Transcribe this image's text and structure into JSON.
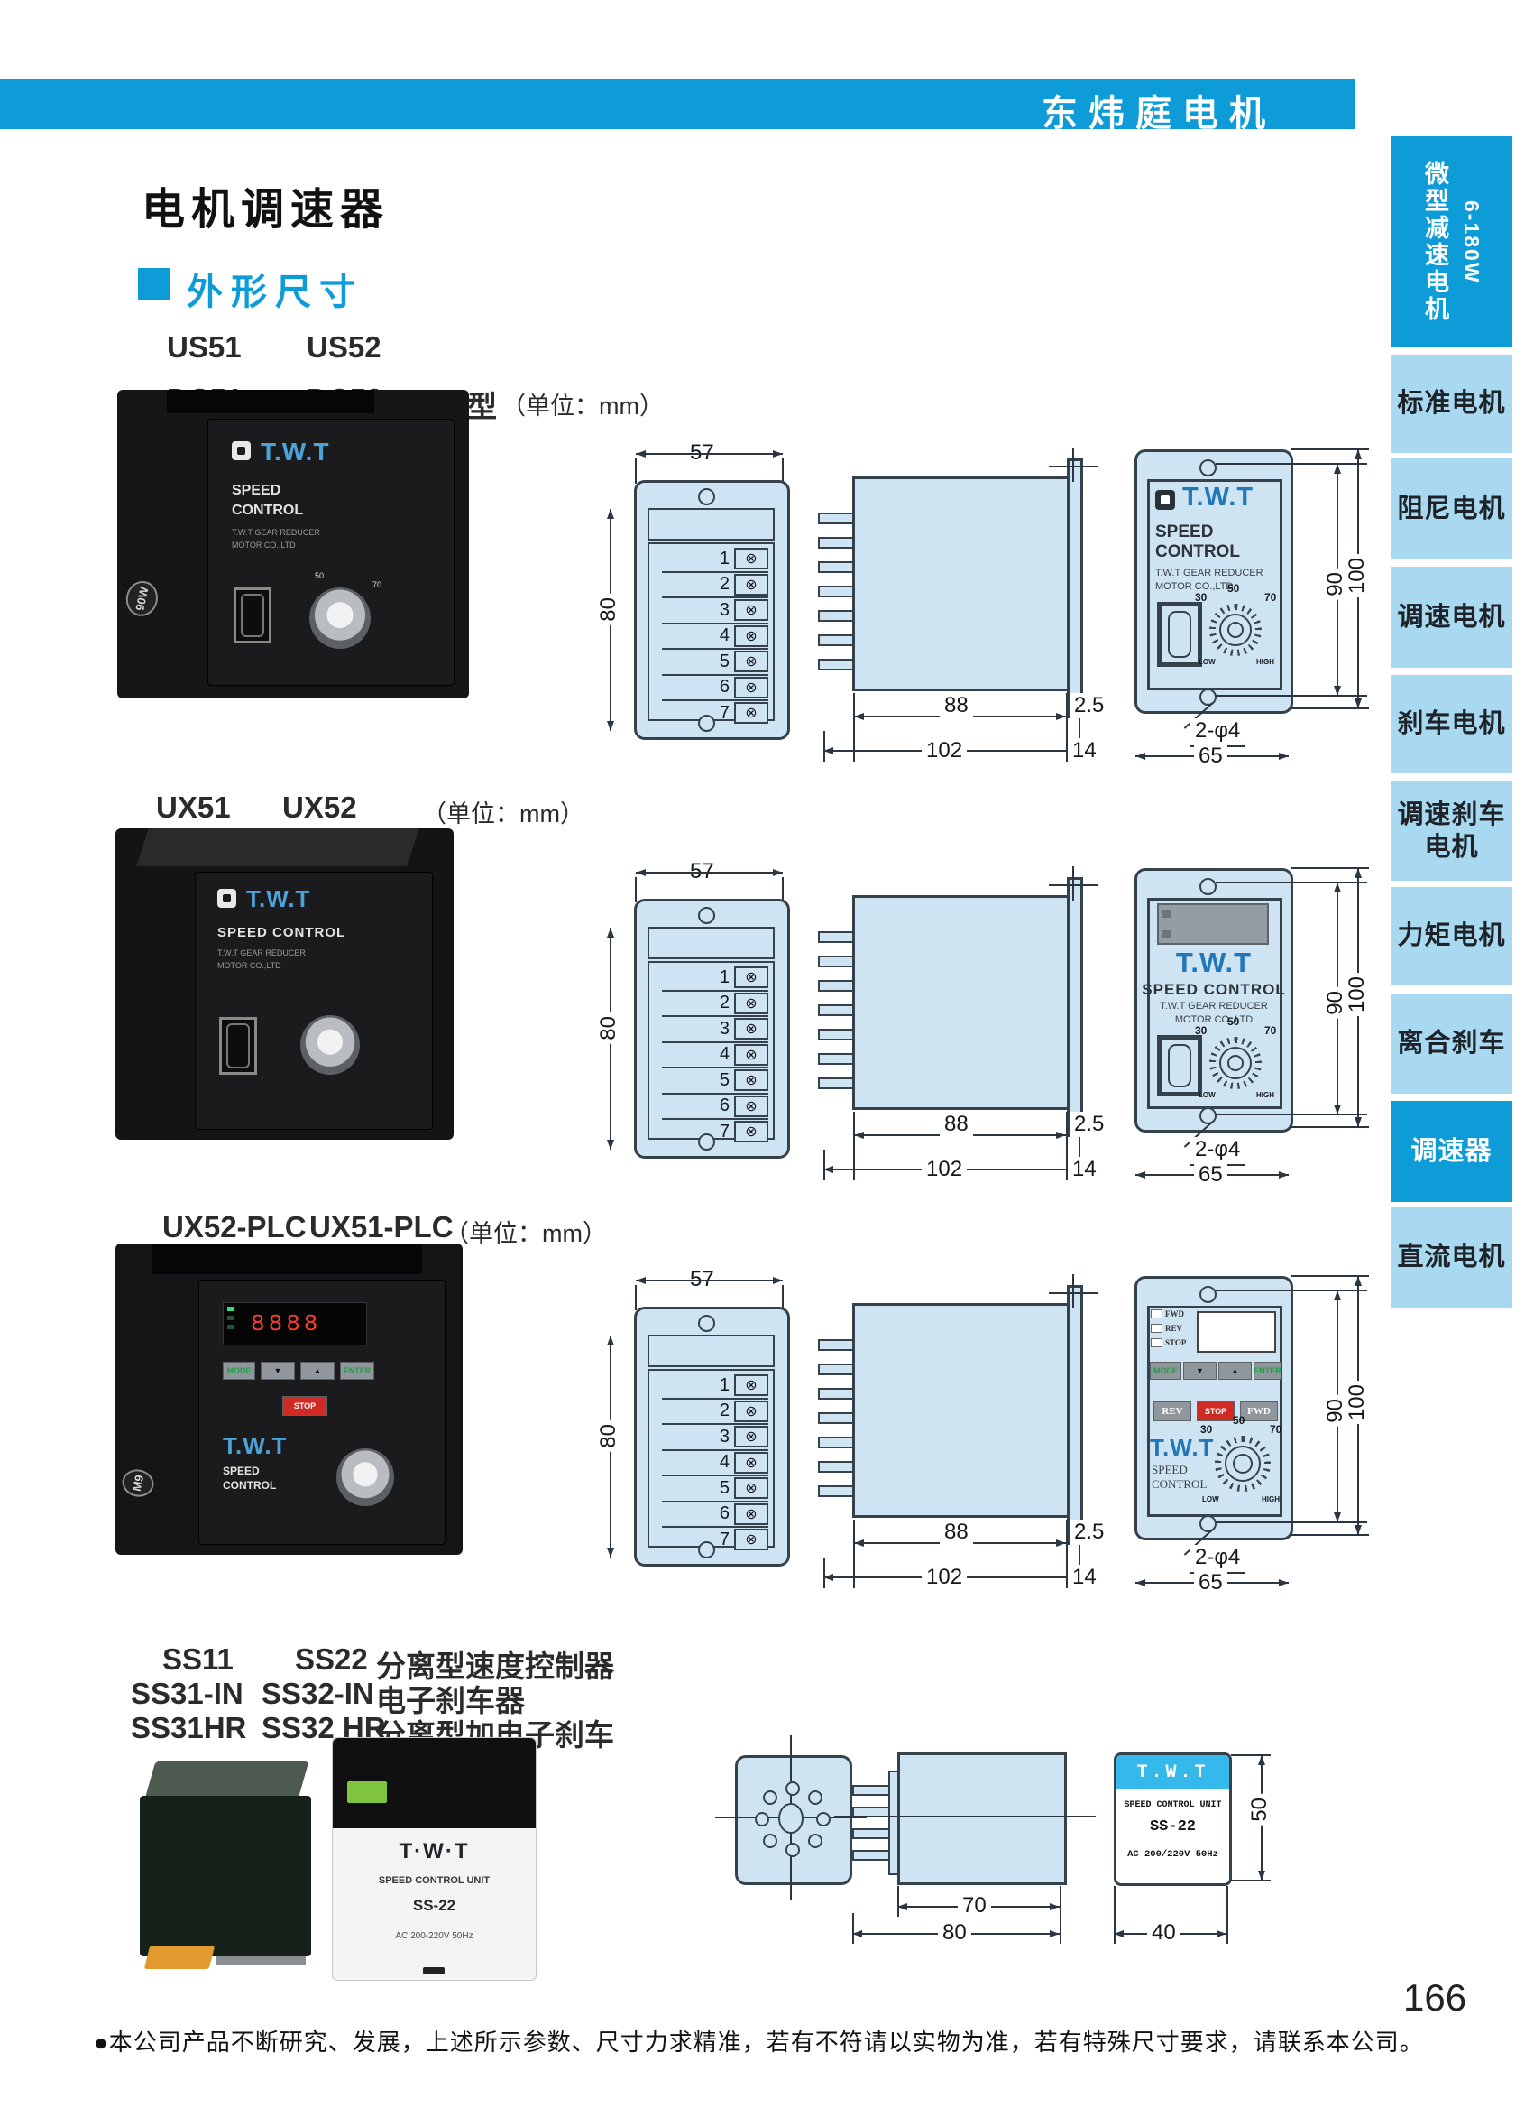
{
  "header": {
    "brand": "东炜庭电机"
  },
  "sidebar": {
    "tabs": [
      {
        "label": "微型减速电机",
        "sub": "6-180W",
        "active": true
      },
      {
        "label": "标准电机"
      },
      {
        "label": "阻尼电机"
      },
      {
        "label": "调速电机"
      },
      {
        "label": "刹车电机"
      },
      {
        "label": "调速刹车",
        "label2": "电机"
      },
      {
        "label": "力矩电机"
      },
      {
        "label": "离合刹车"
      },
      {
        "label": "调速器",
        "active": true
      },
      {
        "label": "直流电机"
      }
    ]
  },
  "page": {
    "title": "电机调速器",
    "section_heading": "外形尺寸",
    "footer_note": "●本公司产品不断研究、发展，上述所示参数、尺寸力求精准，若有不符请以实物为准，若有特殊尺寸要求，请联系本公司。",
    "page_number": "166"
  },
  "groups": {
    "g1": {
      "m1": "US51",
      "m2": "US52",
      "m3": "DC51",
      "m4": "DC52",
      "type_label": "组合型",
      "unit": "（单位：mm）"
    },
    "g2": {
      "m1": "UX51",
      "m2": "UX52",
      "unit": "（单位：mm）"
    },
    "g3": {
      "m1": "UX52-PLC",
      "m2": "UX51-PLC",
      "unit": "（单位：mm）"
    },
    "g4": {
      "rows": [
        [
          "SS11",
          "SS22",
          "分离型速度控制器"
        ],
        [
          "SS31-IN",
          "SS32-IN",
          "电子刹车器"
        ],
        [
          "SS31HR",
          "SS32 HR",
          "分离型加电子刹车"
        ]
      ]
    }
  },
  "dims": {
    "w57": "57",
    "h80": "80",
    "d88": "88",
    "t25": "2.5",
    "d102": "102",
    "t14": "14",
    "h90": "90",
    "h100": "100",
    "hole2": "2-φ4",
    "w65": "65",
    "w70": "70",
    "d80": "80",
    "h50": "50",
    "w40": "40"
  },
  "terminals": [
    "1",
    "2",
    "3",
    "4",
    "5",
    "6",
    "7"
  ],
  "icons": {
    "screw": "⊗",
    "tri_down": "▼",
    "tri_up": "▲"
  },
  "dial": {
    "d30": "30",
    "d50": "50",
    "d70": "70",
    "low": "LOW",
    "high": "HIGH"
  },
  "panel_std": {
    "logo": "T.W.T",
    "l1": "SPEED",
    "l2": "CONTROL",
    "s1": "T.W.T GEAR REDUCER",
    "s2": "MOTOR  CO.,LTD"
  },
  "panel_ux": {
    "logo": "T.W.T",
    "speed": "SPEED CONTROL",
    "s1": "T.W.T  GEAR  REDUCER",
    "s2": "MOTOR  CO.,LTD"
  },
  "panel_plc": {
    "leds": [
      "FWD",
      "REV",
      "STOP"
    ],
    "btn_mode": "MODE",
    "btn_enter": "ENTER",
    "btn_rev": "REV",
    "btn_stop": "STOP",
    "btn_fwd": "FWD",
    "logo": "T.W.T",
    "s1": "SPEED",
    "s2": "CONTROL"
  },
  "ss_label": {
    "logo": "T.W.T",
    "l1": "SPEED CONTROL UNIT",
    "l2": "SS-22",
    "l3": "AC 200/220V 50Hz"
  },
  "photos": {
    "p1": {
      "logo": "T.W.T",
      "l1": "SPEED",
      "l2": "CONTROL",
      "s1": "T.W.T GEAR REDUCER",
      "s2": "MOTOR CO.,LTD",
      "badge": "90W",
      "k50": "50",
      "k70": "70"
    },
    "p2": {
      "logo": "T.W.T",
      "speed": "SPEED CONTROL",
      "s1": "T.W.T GEAR REDUCER",
      "s2": "MOTOR CO.,LTD"
    },
    "p3": {
      "digits": "8888",
      "stop": "STOP",
      "logo": "T.W.T",
      "s1": "SPEED",
      "s2": "CONTROL",
      "badge": "M9"
    },
    "p4b": {
      "logo": "T·W·T",
      "l1": "SPEED CONTROL UNIT",
      "l2": "SS-22",
      "l3": "AC 200-220V 50Hz"
    }
  }
}
